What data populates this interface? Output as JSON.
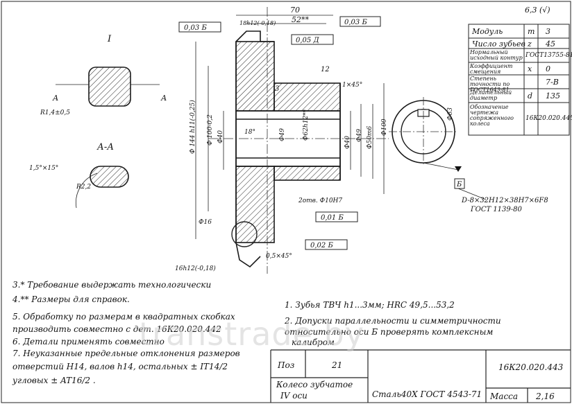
{
  "title_block": {
    "designation": "16К20.020.443",
    "item_no_label": "Поз",
    "item_no": "21",
    "name_line1": "Колесо зубчатое",
    "name_line2": "IV оси",
    "material": "Сталь40Х ГОСТ 4543-71",
    "mass_label": "Масса",
    "mass_value": "2,16"
  },
  "gear_params": [
    {
      "label": "Модуль",
      "symbol": "m",
      "value": "3"
    },
    {
      "label": "Число зубьев",
      "symbol": "z",
      "value": "45"
    },
    {
      "label": "Нормальный исходный контур",
      "symbol": "",
      "value": "ГОСТ13755-81"
    },
    {
      "label": "Коэффициент смещения",
      "symbol": "x",
      "value": "0"
    },
    {
      "label": "Степень точности по ГОСТ1643-81",
      "symbol": "",
      "value": "7-В"
    },
    {
      "label": "Делительный диаметр",
      "symbol": "d",
      "value": "135"
    },
    {
      "label": "Обозначение чертежа сопряженного колеса",
      "symbol": "",
      "value": "16К20.020.445"
    }
  ],
  "roughness_mark": "6,3 (√)",
  "views": {
    "detail_label": "I",
    "section_label": "А-А",
    "section_mark": "А"
  },
  "dimensions": {
    "length_70": "70",
    "length_52": "52**",
    "len_18h": "18h12(-0,18)",
    "len_16h": "16h12(-0,18)",
    "d_144": "Ф 144 h11(-0,25)",
    "d_100": "Ф 100-0,2",
    "d_40": "Ф40",
    "d_49": "Ф49",
    "d_62": "Ф62h12**",
    "d_40b": "Ф40",
    "d_49b": "Ф49",
    "d_50m6": "Ф50m6",
    "d_100b": "Ф100",
    "d_63": "Ф63",
    "chamfer_1": "1×45°",
    "chamfer_05": "0,5×45°",
    "chamfer_15": "1,5°×15°",
    "dim_12": "12",
    "dim_3": "3",
    "dim_R14": "R1,4±0,5",
    "dim_R22": "R2,2",
    "dim_16": "Ф16",
    "dim_angle": "18°",
    "hole_note": "2отв. Ф10Н7",
    "spline": "D-8×32Н12×38Н7×6F8",
    "spline_std": "ГОСТ 1139-80",
    "tol_1": "0,03 Б",
    "tol_2": "0,03 Б",
    "tol_3": "0,05 Д",
    "tol_4": "0,01 Б",
    "tol_5": "0,02 Б",
    "datum": "Б"
  },
  "notes_left": [
    "3.* Требование выдержать технологически",
    "4.** Размеры для справок.",
    "5. Обработку по размерам в квадратных скобках",
    "производить совместно с дет. 16К20.020.442",
    "6. Детали применять совместно",
    "7. Неуказанные предельные отклонения размеров",
    "отверстий Н14, валов h14, остальных ± IT14/2",
    "угловых ± AT16/2 ."
  ],
  "notes_right": [
    "1. Зубья ТВЧ h1...3мм; HRC 49,5...53,2",
    "2. Допуски параллельности и симметричности",
    "относительно оси Б проверять комплексным",
    "калибром"
  ],
  "watermark": "transtrade.by"
}
